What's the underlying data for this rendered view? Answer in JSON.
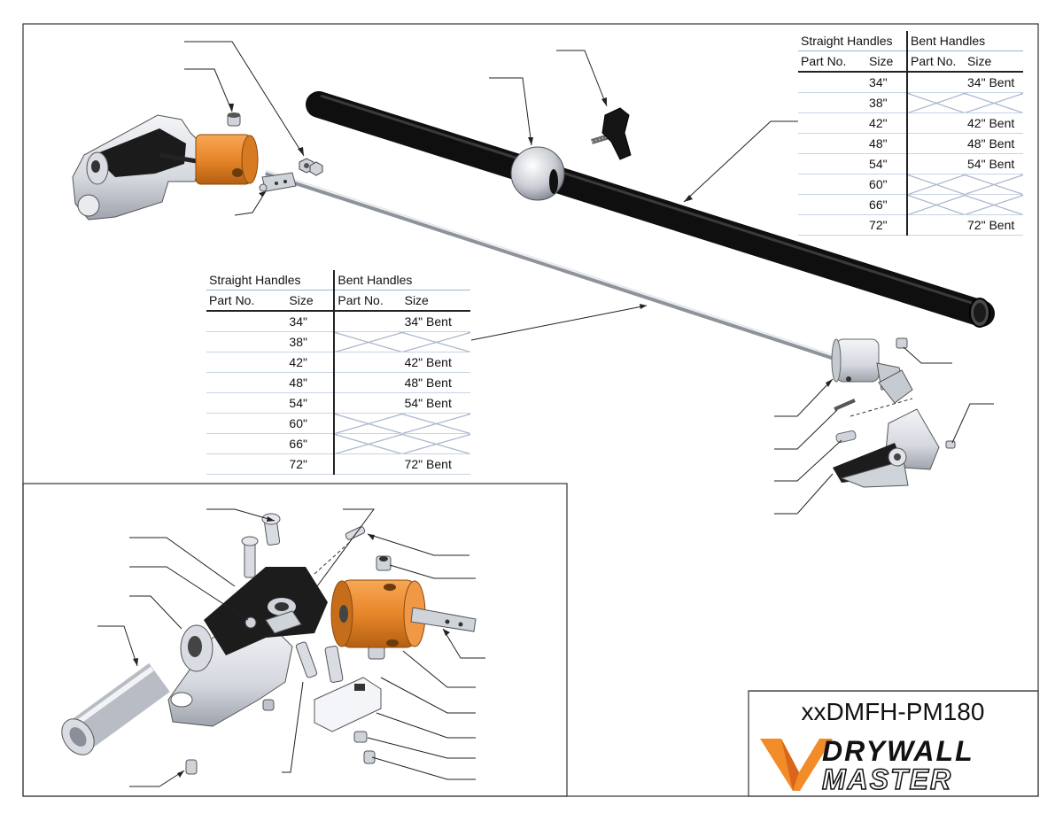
{
  "drawing_number": "xxDMFH-PM180",
  "brand": {
    "line1": "DRYWALL",
    "line2": "MASTER",
    "accent_color": "#f28c28"
  },
  "colors": {
    "tube": "#1a1a1a",
    "orange_part": "#e8862a",
    "metal": "#cfd3da",
    "black_part": "#1c1c1c",
    "table_grid": "#c8d4e4"
  },
  "handle_tables": [
    {
      "headers": {
        "straight": "Straight Handles",
        "bent": "Bent Handles"
      },
      "subheaders": {
        "part_no": "Part No.",
        "size": "Size",
        "bent_part_no": "Part No.",
        "bent_size": "Size"
      },
      "rows": [
        {
          "size": "34\"",
          "bent": "34\" Bent"
        },
        {
          "size": "38\"",
          "bent": ""
        },
        {
          "size": "42\"",
          "bent": "42\" Bent"
        },
        {
          "size": "48\"",
          "bent": "48\" Bent"
        },
        {
          "size": "54\"",
          "bent": "54\" Bent"
        },
        {
          "size": "60\"",
          "bent": ""
        },
        {
          "size": "66\"",
          "bent": ""
        },
        {
          "size": "72\"",
          "bent": "72\" Bent"
        }
      ]
    },
    {
      "headers": {
        "straight": "Straight Handles",
        "bent": "Bent Handles"
      },
      "subheaders": {
        "part_no": "Part No.",
        "size": "Size",
        "bent_part_no": "Part No.",
        "bent_size": "Size"
      },
      "rows": [
        {
          "size": "34\"",
          "bent": "34\" Bent"
        },
        {
          "size": "38\"",
          "bent": ""
        },
        {
          "size": "42\"",
          "bent": "42\" Bent"
        },
        {
          "size": "48\"",
          "bent": "48\" Bent"
        },
        {
          "size": "54\"",
          "bent": "54\" Bent"
        },
        {
          "size": "60\"",
          "bent": ""
        },
        {
          "size": "66\"",
          "bent": ""
        },
        {
          "size": "72\"",
          "bent": "72\" Bent"
        }
      ]
    }
  ]
}
